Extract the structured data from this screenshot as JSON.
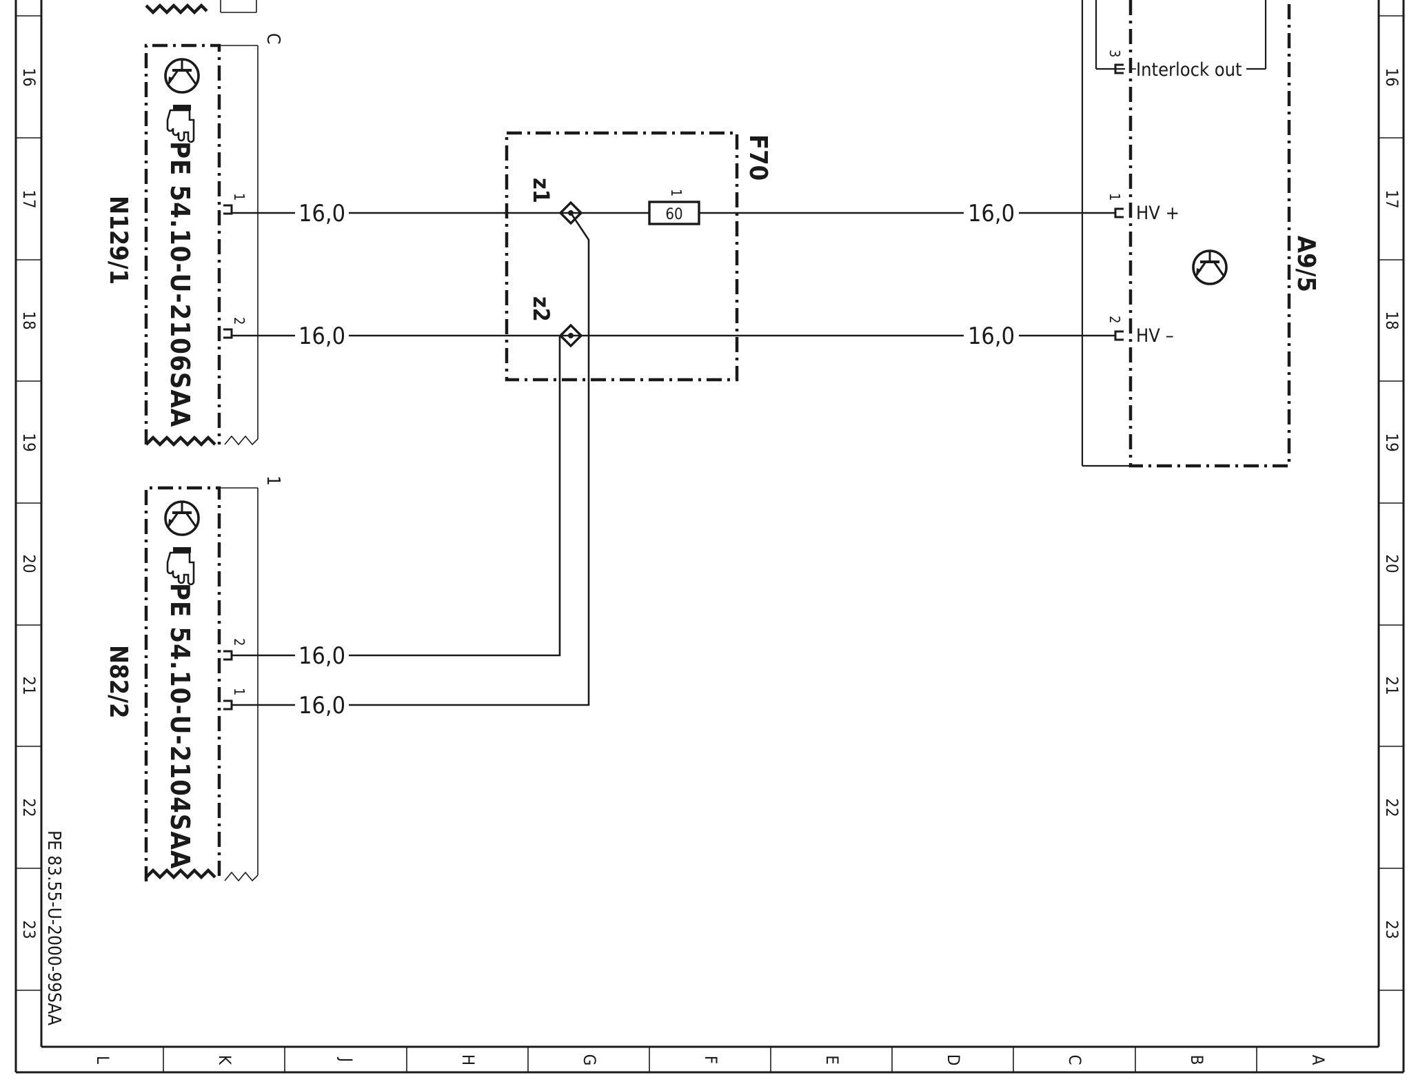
{
  "sheet": {
    "border_rows": [
      "16",
      "17",
      "18",
      "19",
      "20",
      "21",
      "22",
      "23"
    ],
    "border_cols": [
      "L",
      "K",
      "J",
      "H",
      "G",
      "F",
      "E",
      "D",
      "C",
      "B",
      "A"
    ],
    "sheet_ref": "PE 83.55-U-2000-99SAA"
  },
  "components": {
    "n129": {
      "ref": "N129/1",
      "doc": "PE 54.10-U-2106SAA",
      "pins": [
        "1",
        "2"
      ],
      "connector": "C"
    },
    "n82": {
      "ref": "N82/2",
      "doc": "PE 54.10-U-2104SAA",
      "pins": [
        "2",
        "1"
      ],
      "connector": "1"
    },
    "f70": {
      "ref": "F70",
      "terminals": [
        "z1",
        "z2"
      ],
      "fuse_pin": "1",
      "fuse_rating": "60"
    },
    "a9": {
      "ref": "A9/5",
      "pins": [
        {
          "num": "3",
          "label": "Interlock out"
        },
        {
          "num": "1",
          "label": "HV +"
        },
        {
          "num": "2",
          "label": "HV –"
        }
      ]
    }
  },
  "wires": {
    "cross_section": "16,0"
  },
  "icons": [
    "transistor-symbol-icon",
    "pointing-hand-icon"
  ]
}
